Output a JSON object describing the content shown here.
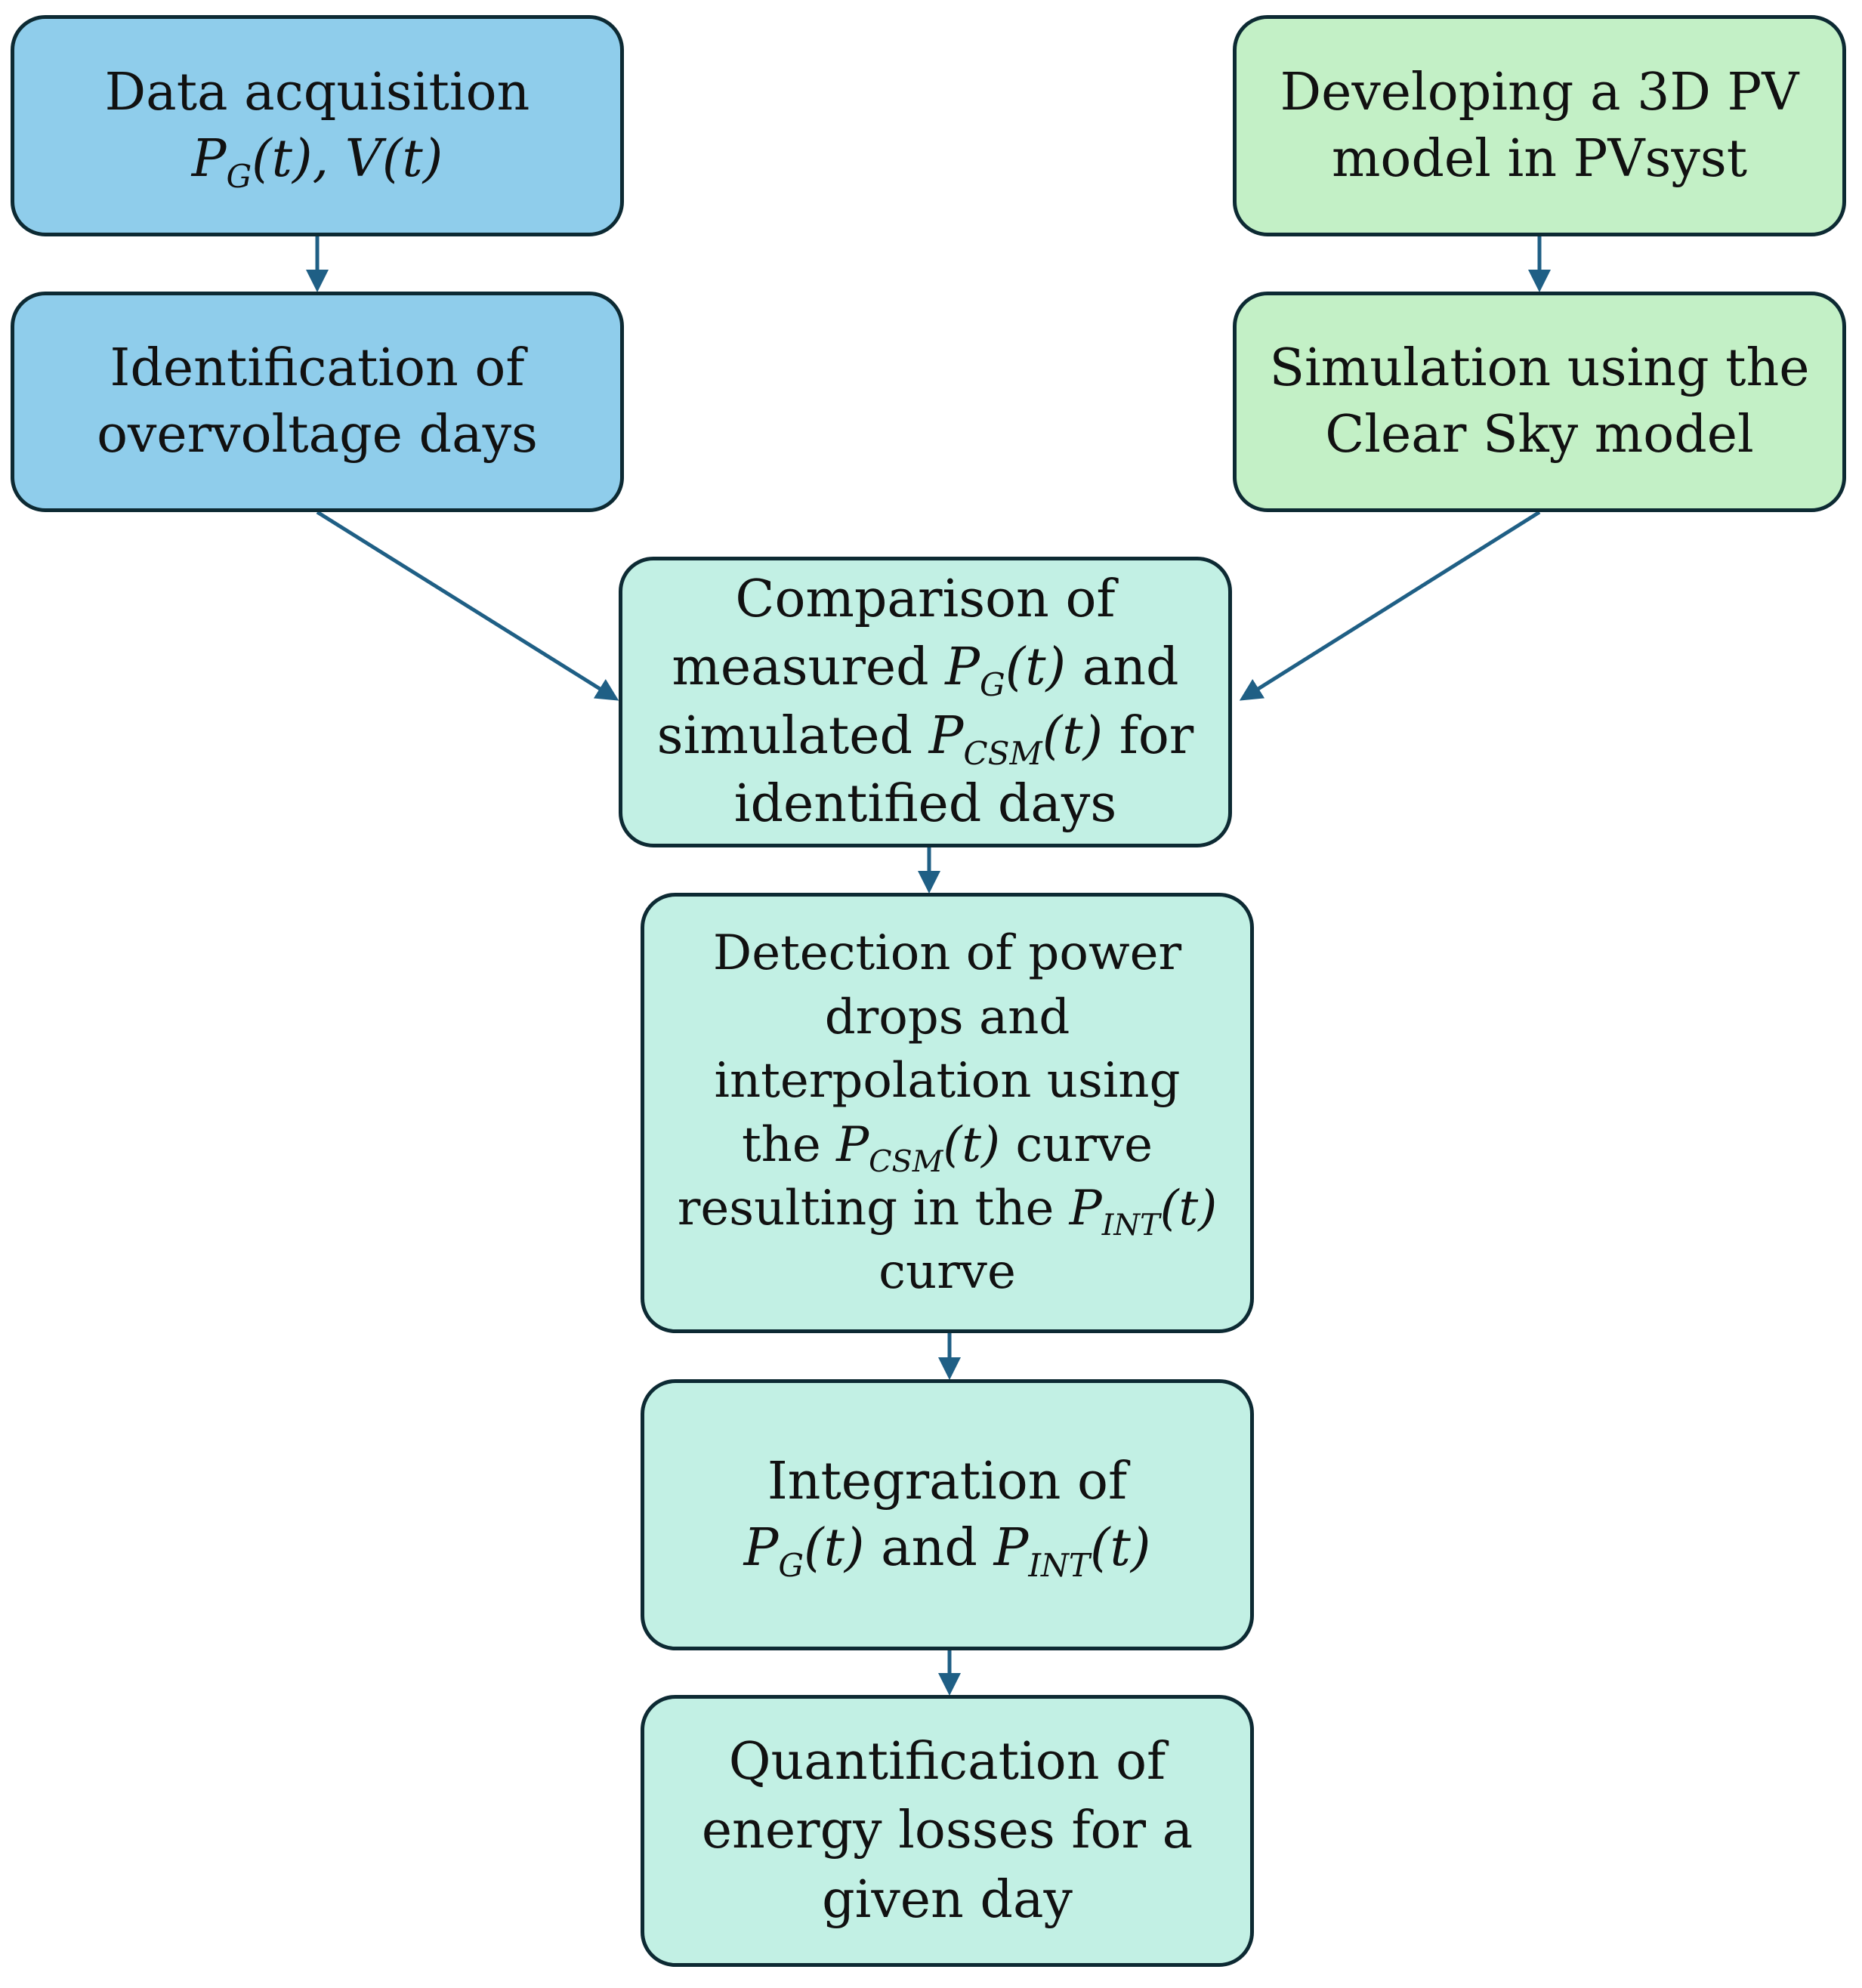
{
  "nodes": {
    "data_acquisition": {
      "line1": "Data acquisition",
      "pg": "P",
      "pg_sub": "G",
      "pg_arg": "(t),",
      "v": "V(t)"
    },
    "identification": {
      "line1": "Identification of",
      "line2": "overvoltage days"
    },
    "developing_model": {
      "line1": "Developing a 3D PV",
      "line2": "model in PVsyst"
    },
    "simulation": {
      "line1": "Simulation using the",
      "line2": "Clear Sky model"
    },
    "comparison": {
      "line1": "Comparison of",
      "l2_pre": "measured",
      "l2_p": "P",
      "l2_sub": "G",
      "l2_arg": "(t)",
      "l2_post": "and",
      "l3_pre": "simulated",
      "l3_p": "P",
      "l3_sub": "CSM",
      "l3_arg": "(t)",
      "l3_post": "for",
      "line4": "identified days"
    },
    "detection": {
      "line1": "Detection of power",
      "line2": "drops and",
      "line3": "interpolation using",
      "l4_pre": "the",
      "l4_p": "P",
      "l4_sub": "CSM",
      "l4_arg": "(t)",
      "l4_post": "curve",
      "l5_pre": "resulting in the",
      "l5_p": "P",
      "l5_sub": "INT",
      "l5_arg": "(t)",
      "line6": "curve"
    },
    "integration": {
      "line1": "Integration of",
      "a_p": "P",
      "a_sub": "G",
      "a_arg": "(t)",
      "mid": "and",
      "b_p": "P",
      "b_sub": "INT",
      "b_arg": "(t)"
    },
    "quantification": {
      "line1": "Quantification of",
      "line2": "energy losses for a",
      "line3": "given day"
    }
  },
  "colors": {
    "blue_fill": "#8fcdeb",
    "green_fill": "#c3f0c6",
    "teal_fill": "#c2f0e4",
    "border": "#0d2a33",
    "arrow": "#1f5f85"
  }
}
